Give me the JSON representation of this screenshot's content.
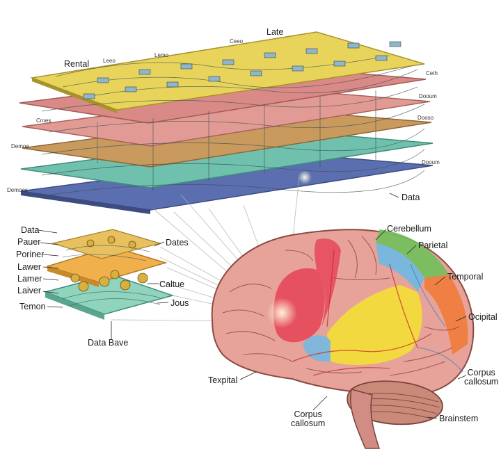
{
  "top_labels": {
    "late": "Late",
    "rental": "Rental",
    "data_right": "Data",
    "faded": [
      "Leeo",
      "Lemo",
      "Ceeo",
      "Ceth",
      "Demoe",
      "Dooum",
      "Demoes",
      "Dooso",
      "Croes",
      "Dooum"
    ]
  },
  "stack_labels": {
    "data": "Data",
    "pauer": "Pauer",
    "poriner": "Poriner",
    "lawer": "Lawer",
    "lamer": "Lamer",
    "laiver": "Laiver",
    "temon": "Temon",
    "dates": "Dates",
    "caltue": "Caltue",
    "jous": "Jous",
    "data_bave": "Data Bave"
  },
  "brain_labels": {
    "cerebellum": "Cerebellum",
    "parietal": "Parietal",
    "temporal": "Temporal",
    "ocipital": "Ocipital",
    "corpus_callosum_right": "Corpus\ncallosum",
    "brainstem": "Brainstem",
    "corpus_callosum_bottom": "Corpus\ncallosum",
    "texpital": "Texpital"
  },
  "colors": {
    "layer_yellow": "#e9d45b",
    "layer_red": "#d98a86",
    "layer_pink": "#e29b94",
    "layer_tan": "#c99a5e",
    "layer_teal": "#6fc1ad",
    "layer_blue": "#5b6fb0",
    "brain_pink": "#e7a39a",
    "frontal_red": "#e6485a",
    "yellow_region": "#f2dc3b",
    "blue_region": "#74b8e0",
    "green_region": "#6fc05a",
    "orange_region": "#ef7b3a",
    "cerebellum": "#c98a7a"
  }
}
